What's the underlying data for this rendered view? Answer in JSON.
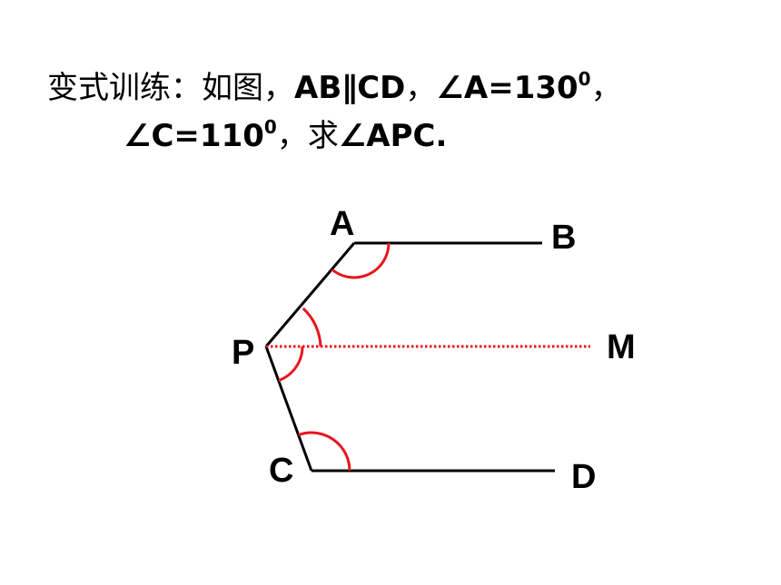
{
  "problem": {
    "line1": {
      "prefix": "变式训练：如图，",
      "given": "AB∥CD",
      "sep1": "，",
      "angle_a": "∠A=130",
      "angle_a_sup": "0",
      "sep2": "，"
    },
    "line2": {
      "angle_c": "∠C=110",
      "angle_c_sup": "0",
      "sep": "，",
      "ask": "求",
      "target": "∠APC."
    }
  },
  "diagram": {
    "labels": {
      "A": "A",
      "B": "B",
      "P": "P",
      "M": "M",
      "C": "C",
      "D": "D"
    },
    "colors": {
      "lines": "#000000",
      "arcs": "#e8151b",
      "auxiliary": "#e8151b"
    }
  }
}
